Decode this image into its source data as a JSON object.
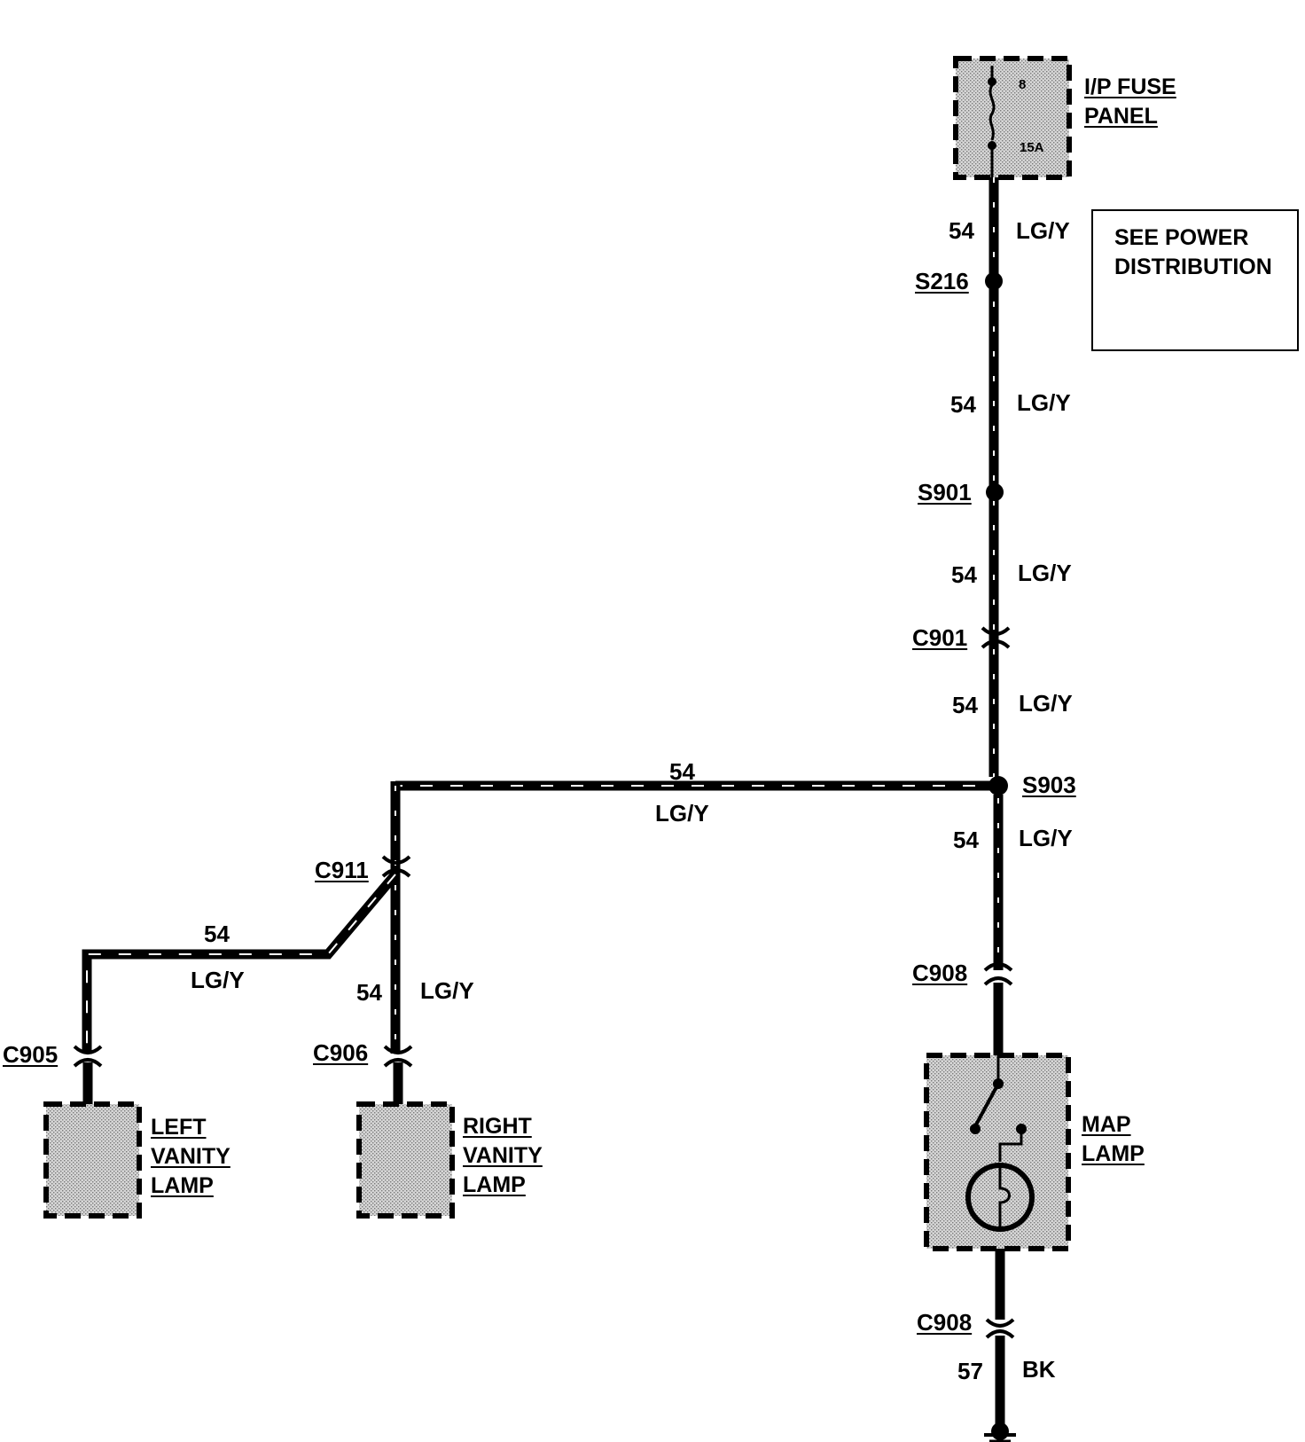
{
  "fuse_panel": {
    "label": "I/P FUSE\nPANEL",
    "fuse_number": "8",
    "fuse_rating": "15A"
  },
  "note": {
    "text": "SEE POWER\nDISTRIBUTION"
  },
  "splices": {
    "s216": "S216",
    "s901": "S901",
    "s903": "S903"
  },
  "connectors": {
    "c901": "C901",
    "c908_top": "C908",
    "c908_bottom": "C908",
    "c911": "C911",
    "c905": "C905",
    "c906": "C906"
  },
  "wires": {
    "circuit_54": "54",
    "color_lgy": "LG/Y",
    "circuit_57": "57",
    "color_bk": "BK"
  },
  "components": {
    "left_vanity_lamp": "LEFT\nVANITY\nLAMP",
    "right_vanity_lamp": "RIGHT\nVANITY\nLAMP",
    "map_lamp": "MAP\nLAMP"
  },
  "colors": {
    "ink": "#000000",
    "component_fill": "#bdbdbd"
  }
}
